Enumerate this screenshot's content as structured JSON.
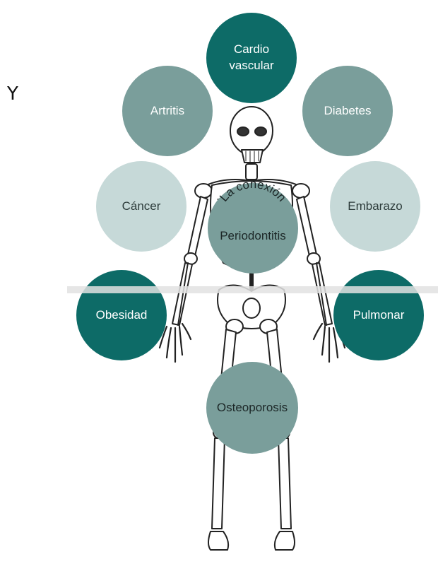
{
  "side_letter": "Y",
  "circles": {
    "cardio": {
      "line1": "Cardio",
      "line2": "vascular"
    },
    "artritis": "Artritis",
    "diabetes": "Diabetes",
    "cancer": "Cáncer",
    "embarazo": "Embarazo",
    "obesidad": "Obesidad",
    "pulmonar": "Pulmonar",
    "osteoporosis": "Osteoporosis",
    "center": {
      "arc": "La conexión",
      "label": "Periodontitis"
    }
  },
  "colors": {
    "dark": "#0d6b67",
    "mid": "#7a9e9b",
    "light": "#c6d9d8"
  }
}
